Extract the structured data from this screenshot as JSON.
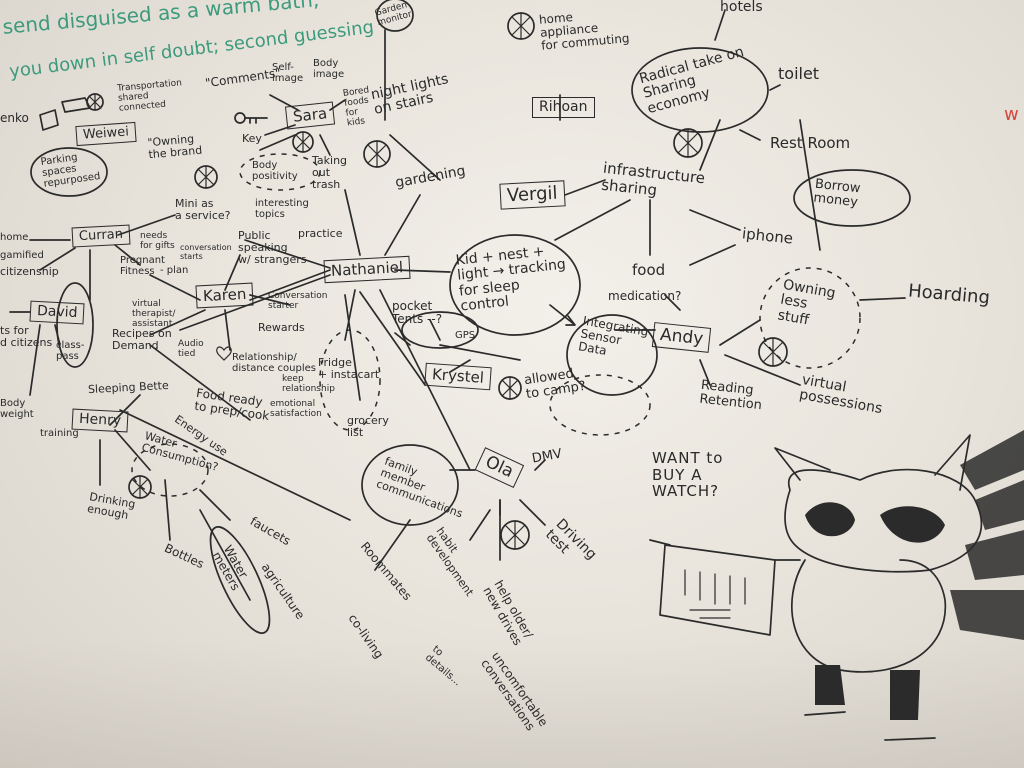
{
  "green_notes": {
    "line1": "send disguised as a warm bath,",
    "line2": "you down in self doubt; second guessing"
  },
  "red_mark": "w",
  "people": {
    "weiwei": "Weiwei",
    "sara": "Sara",
    "curran": "Curran",
    "karen": "Karen",
    "david": "David",
    "henry": "Henry",
    "nathaniel": "Nathaniel",
    "krystel": "Krystel",
    "ola": "Ola",
    "vergil": "Vergil",
    "rihoan": "Rihoan",
    "andy": "Andy"
  },
  "notes": {
    "enko": "enko",
    "transport": "Transportation\nshared\nconnected",
    "parking": "Parking\nspaces\nrepurposed",
    "comments": "\"Comments\"",
    "self_image": "Self-\nimage",
    "body_image": "Body\nimage",
    "bored_foods": "Bored\nfoods\nfor\nkids",
    "key": "Key",
    "owning_brand": "\"Owning\nthe brand",
    "body_positivity": "Body\npositivity",
    "taking_trash": "Taking\nout\ntrash",
    "night_lights": "night lights\non stairs",
    "garden": "Garden\nmonitor",
    "gardening": "gardening",
    "mini_service": "Mini as\na service?",
    "interesting_topics": "interesting\ntopics",
    "public_speaking": "Public\nspeaking\nw/ strangers",
    "practice": "practice",
    "convo_starter": "Conversation\nstarter",
    "rewards": "Rewards",
    "convo_starts": "conversation\nstarts",
    "needs": "needs\nfor gifts",
    "pregnant": "Pregnant\nFitness",
    "plan": "- plan",
    "home": "home",
    "gamified": "gamified",
    "citizenship": "citizenship",
    "ts": "ts for\nd citizens",
    "virtual_therapist": "virtual\ntherapist/\nassistant",
    "recipes": "Recipes on\nDemand",
    "audio_tied": "Audio\ntied",
    "relationship": "Relationship/\ndistance couples",
    "keep_relationship": "keep\nrelationship",
    "emotional_sat": "emotional\nsatisfaction",
    "class_pass": "class-\npass",
    "body_weight": "Body\nweight",
    "training": "training",
    "sleeping_beauty": "Sleeping Bette",
    "food_ready": "Food ready\nto prep/cook",
    "water_consumption": "Water\nConsumption?",
    "energy_use": "Energy use",
    "drinking_enough": "Drinking\nenough",
    "bottles": "Bottles",
    "faucets": "faucets",
    "water_meters": "Water\nmeters",
    "agriculture": "agriculture",
    "fridge": "Fridge\n+ instacart",
    "grocery": "grocery\nlist",
    "family_comm": "family\nmember\ncommunications",
    "roommates": "Roommates",
    "co_living": "co-living",
    "habit_dev": "habit\ndevelopment",
    "help_older": "help older/\nnew drives",
    "uncomfortable": "uncomfortable\nconversations",
    "to_details": "to\ndetails...",
    "driving_test": "Driving\ntest",
    "dmv": "DMV",
    "pocket_tents": "pocket\nTents --?",
    "gps": "GPS",
    "allowed_camp": "allowed\nto camp?",
    "kid_nest": "Kid + nest +\nlight → tracking\nfor sleep\ncontrol",
    "integrating": "Integrating\nSensor\nData",
    "home_appliance": "home\nappliance\nfor commuting",
    "hotels": "hotels",
    "radical": "Radical take on\nSharing\neconomy",
    "toilet": "toilet",
    "restroom": "Rest Room",
    "infra": "infrastructure\nsharing",
    "borrow_money": "Borrow\nmoney",
    "iphone": "iphone",
    "food": "food",
    "medication": "medication?",
    "owning_less": "Owning\nless\nstuff",
    "hoarding": "Hoarding",
    "reading": "Reading\nRetention",
    "virtual_possessions": "virtual\npossessions",
    "watch": "WANT to\nBUY A\nWATCH?"
  }
}
